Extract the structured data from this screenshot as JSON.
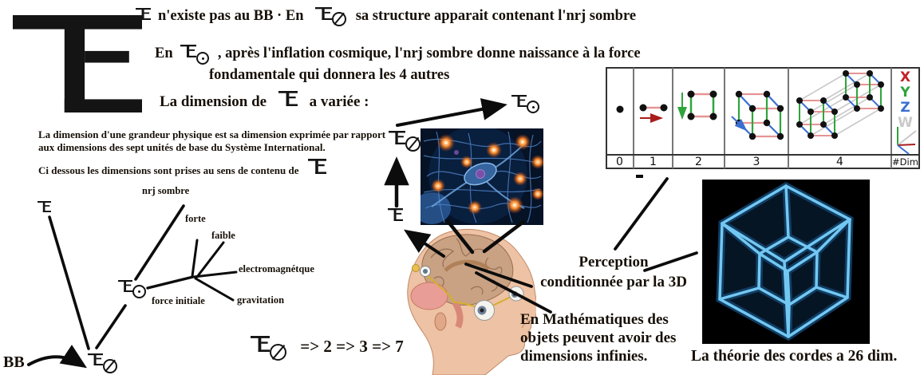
{
  "title_block": {
    "line1_pre": "n'existe pas au BB ·  En",
    "line1_post": "sa structure apparait  contenant l'nrj sombre",
    "line2_pre": "En",
    "line2_post": ", après l'inflation cosmique, l'nrj sombre donne naissance à la force",
    "line2_cont": "fondamentale qui donnera les 4 autres",
    "line3_pre": "La dimension de",
    "line3_post": "a variée :"
  },
  "definition_block": {
    "line1": "La dimension d'une grandeur physique est sa dimension exprimée par rapport",
    "line2": "aux dimensions des sept unités de base du Système International.",
    "line3": "Ci dessous les dimensions sont prises au sens de contenu de"
  },
  "evolution_tree": {
    "bb_label": "BB",
    "nrj_sombre": "nrj sombre",
    "forte": "forte",
    "faible": "faible",
    "electromagnetique": "electromagnétque",
    "force_initiale": "force initiale",
    "gravitation": "gravitation"
  },
  "formula": {
    "sequence": "=> 2 => 3 => 7"
  },
  "dimension_table": {
    "column_labels": [
      "0",
      "1",
      "2",
      "3",
      "4",
      "#Dim"
    ],
    "legend": {
      "x": "X",
      "y": "Y",
      "z": "Z",
      "w": "W"
    },
    "colors": {
      "x_red": "#c32026",
      "y_green": "#2fa53c",
      "z_blue": "#3a6fd1",
      "w_gray": "#c9c9c9",
      "edge_red": "#e59494",
      "arrow_red": "#a81d1d"
    }
  },
  "perception_block": {
    "line1": "Perception",
    "line2": "conditionnée par la 3D"
  },
  "math_block": {
    "line1": "En Mathématiques des",
    "line2": "objets peuvent avoir des",
    "line3": "dimensions infinies."
  },
  "strings_caption": "La théorie des cordes a 26 dim."
}
